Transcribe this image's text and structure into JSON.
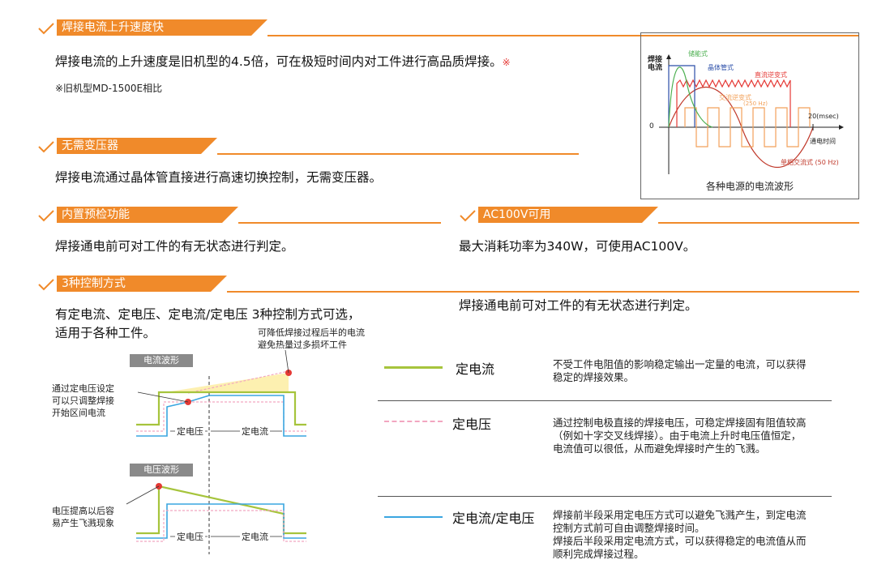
{
  "sections": {
    "s1": {
      "title": "焊接电流上升速度快",
      "text": "焊接电流的上升速度是旧机型的4.5倍，可在极短时间内对工件进行高品质焊接。",
      "mark": "※",
      "note": "※旧机型MD-1500E相比"
    },
    "s2": {
      "title": "无需变压器",
      "text": "焊接电流通过晶体管直接进行高速切换控制，无需变压器。"
    },
    "s3": {
      "title": "内置预检功能",
      "text": "焊接通电前可对工件的有无状态进行判定。"
    },
    "s4": {
      "title": "AC100V可用",
      "text": "最大消耗功率为340W，可使用AC100V。"
    },
    "s5": {
      "title": "3种控制方式",
      "text_line1": "有定电流、定电压、定电流/定电压 3种控制方式可选，",
      "text_line2": "适用于各种工件。",
      "right_text": "焊接通电前可对工件的有无状态进行判定。"
    }
  },
  "waveform_chart": {
    "y_label_line1": "焊接",
    "y_label_line2": "电流",
    "zero": "0",
    "time_mark": "20(msec)",
    "x_label": "通电时间",
    "caption": "各种电源的电流波形",
    "labels": {
      "capacitor": "储能式",
      "transistor": "晶体管式",
      "dc_inverter": "直流逆变式",
      "ac_inverter": "交流逆变式",
      "ac_freq": "(250 Hz)",
      "single_phase": "单相交流式 (50 Hz)"
    },
    "colors": {
      "capacitor": "#4caf50",
      "transistor": "#2b4ea8",
      "dc_inverter": "#e53935",
      "ac_inverter": "#f2a15a",
      "single_phase": "#c0392b"
    }
  },
  "control_diagram": {
    "current_tag": "电流波形",
    "voltage_tag": "电压波形",
    "note_top_line1": "可降低焊接过程后半的电流",
    "note_top_line2": "避免热量过多损坏工件",
    "note_left_line1": "通过定电压设定",
    "note_left_line2": "可以只调整焊接",
    "note_left_line3": "开始区间电流",
    "note_bottom_line1": "电压提高以后容",
    "note_bottom_line2": "易产生飞溅现象",
    "seg_voltage": "定电压",
    "seg_current": "定电流"
  },
  "legend": [
    {
      "title": "定电流",
      "desc_line1": "不受工件电阻值的影响稳定输出一定量的电流，可以获得",
      "desc_line2": "稳定的焊接效果。",
      "color": "#a6c43c"
    },
    {
      "title": "定电压",
      "desc_line1": "通过控制电极直接的焊接电压，可稳定焊接固有阻值较高",
      "desc_line2": "（例如十字交叉线焊接）。由于电流上升时电压值恒定，",
      "desc_line3": "电流值可以很低，从而避免焊接时产生的飞溅。",
      "color": "#f2a6c0"
    },
    {
      "title": "定电流/定电压",
      "desc_line1": "焊接前半段采用定电压方式可以避免飞溅产生，到定电流",
      "desc_line2": "控制方式前可自由调整焊接时间。",
      "desc_line3": "焊接后半段采用定电流方式，可以获得稳定的电流值从而",
      "desc_line4": "顺利完成焊接过程。",
      "color": "#3aa6e0"
    }
  ]
}
